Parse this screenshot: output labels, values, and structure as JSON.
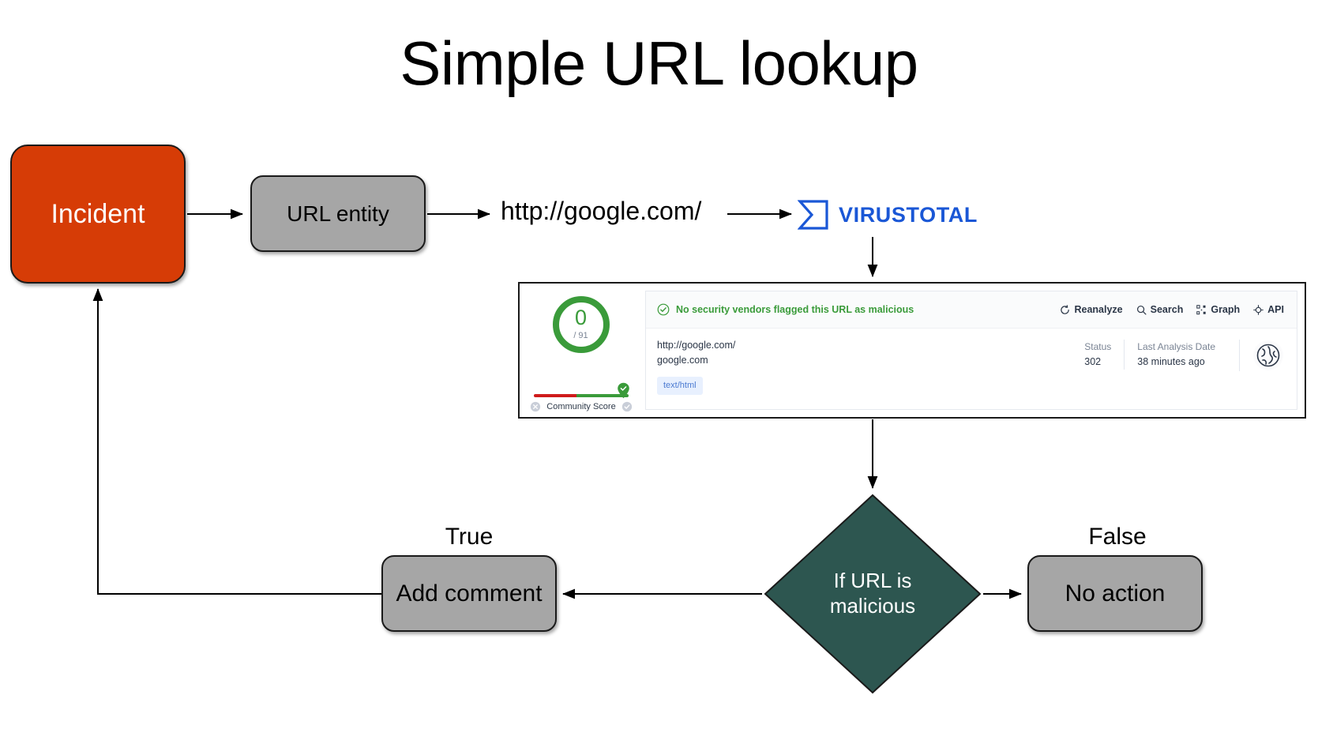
{
  "slide": {
    "title": "Simple URL lookup"
  },
  "flow": {
    "incident": {
      "label": "Incident",
      "color": "#d63c06"
    },
    "url_entity": {
      "label": "URL entity",
      "color": "#a6a6a6"
    },
    "url_value": "http://google.com/",
    "decision": {
      "label": "If URL is\nmalicious",
      "line1": "If URL is",
      "line2": "malicious",
      "color": "#2d5650"
    },
    "branch_true_label": "True",
    "branch_false_label": "False",
    "add_comment": {
      "label": "Add comment",
      "color": "#a6a6a6"
    },
    "no_action": {
      "label": "No action",
      "color": "#a6a6a6"
    }
  },
  "virustotal": {
    "logo_text": "VIRUSTOTAL",
    "logo_color": "#1a57d6",
    "logo_icon": "virustotal-sigma-icon",
    "panel": {
      "score": {
        "detections": "0",
        "total": "/ 91",
        "ring_color": "#3a9b3a"
      },
      "community": {
        "label": "Community Score",
        "negative_icon": "x-circle-icon",
        "positive_icon": "check-circle-icon",
        "bar_red": "#cf1b1b",
        "bar_green": "#3a9b3a"
      },
      "verdict": {
        "text": "No security vendors flagged this URL as malicious",
        "icon": "check-circle-icon",
        "color": "#3a9b3a"
      },
      "actions": [
        {
          "label": "Reanalyze",
          "icon": "refresh-icon"
        },
        {
          "label": "Search",
          "icon": "search-icon"
        },
        {
          "label": "Graph",
          "icon": "graph-icon"
        },
        {
          "label": "API",
          "icon": "api-icon"
        }
      ],
      "url_primary": "http://google.com/",
      "url_secondary": "google.com",
      "content_tag": "text/html",
      "meta": [
        {
          "label": "Status",
          "value": "302"
        },
        {
          "label": "Last Analysis Date",
          "value": "38 minutes ago"
        }
      ],
      "globe_icon": "globe-network-icon"
    }
  }
}
